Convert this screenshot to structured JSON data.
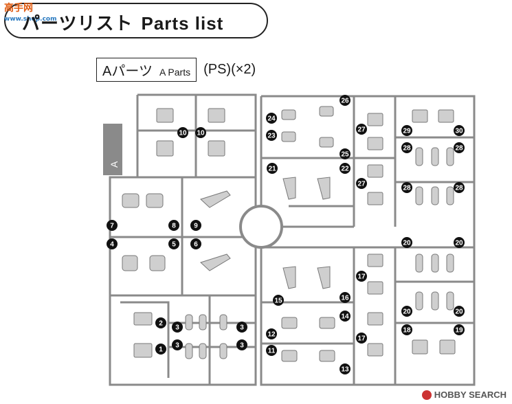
{
  "header": {
    "title_ja": "パーツリスト",
    "title_en": "Parts list"
  },
  "watermark": {
    "top_line1": "高手网",
    "top_line2": "www.shop.com",
    "bottom": "HOBBY SEARCH"
  },
  "section": {
    "name": "Aパーツ",
    "sub": "A Parts",
    "extra": "(PS)(×2)",
    "tab_letter": "A"
  },
  "parts": [
    {
      "id": "p10a",
      "label": "10"
    },
    {
      "id": "p10b",
      "label": "10"
    },
    {
      "id": "p7",
      "label": "7"
    },
    {
      "id": "p8",
      "label": "8"
    },
    {
      "id": "p9",
      "label": "9"
    },
    {
      "id": "p4",
      "label": "4"
    },
    {
      "id": "p5",
      "label": "5"
    },
    {
      "id": "p6",
      "label": "6"
    },
    {
      "id": "p2",
      "label": "2"
    },
    {
      "id": "p1",
      "label": "1"
    },
    {
      "id": "p3a",
      "label": "3"
    },
    {
      "id": "p3b",
      "label": "3"
    },
    {
      "id": "p3c",
      "label": "3"
    },
    {
      "id": "p3d",
      "label": "3"
    },
    {
      "id": "p26",
      "label": "26"
    },
    {
      "id": "p24",
      "label": "24"
    },
    {
      "id": "p23",
      "label": "23"
    },
    {
      "id": "p25",
      "label": "25"
    },
    {
      "id": "p21",
      "label": "21"
    },
    {
      "id": "p22",
      "label": "22"
    },
    {
      "id": "p27a",
      "label": "27"
    },
    {
      "id": "p27b",
      "label": "27"
    },
    {
      "id": "p29",
      "label": "29"
    },
    {
      "id": "p30",
      "label": "30"
    },
    {
      "id": "p28a",
      "label": "28"
    },
    {
      "id": "p28b",
      "label": "28"
    },
    {
      "id": "p28c",
      "label": "28"
    },
    {
      "id": "p28d",
      "label": "28"
    },
    {
      "id": "p20a",
      "label": "20"
    },
    {
      "id": "p20b",
      "label": "20"
    },
    {
      "id": "p20c",
      "label": "20"
    },
    {
      "id": "p20d",
      "label": "20"
    },
    {
      "id": "p18",
      "label": "18"
    },
    {
      "id": "p19",
      "label": "19"
    },
    {
      "id": "p17a",
      "label": "17"
    },
    {
      "id": "p17b",
      "label": "17"
    },
    {
      "id": "p15",
      "label": "15"
    },
    {
      "id": "p16",
      "label": "16"
    },
    {
      "id": "p14",
      "label": "14"
    },
    {
      "id": "p12",
      "label": "12"
    },
    {
      "id": "p11",
      "label": "11"
    },
    {
      "id": "p13",
      "label": "13"
    }
  ]
}
